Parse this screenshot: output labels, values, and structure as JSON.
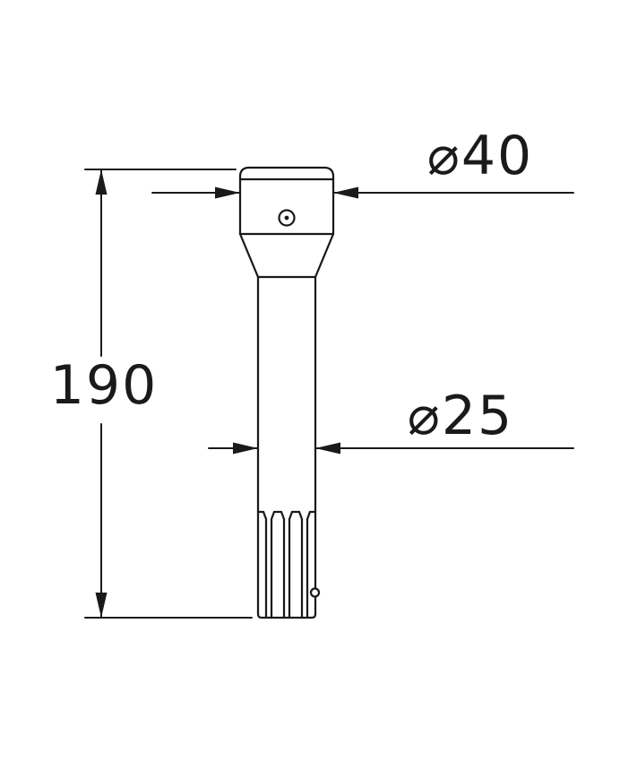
{
  "colors": {
    "line": "#1a1a1a",
    "background": "#ffffff"
  },
  "dimensions": {
    "head_diameter": {
      "label": "⌀40"
    },
    "shaft_diameter": {
      "label": "⌀25"
    },
    "overall_length": {
      "label": "190"
    }
  }
}
